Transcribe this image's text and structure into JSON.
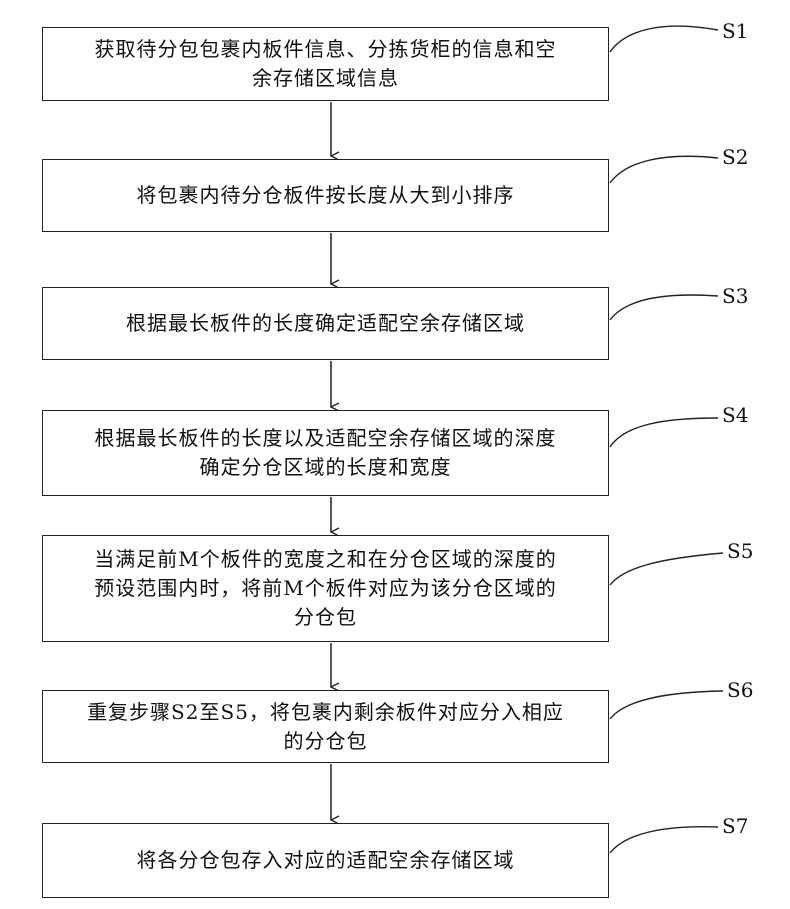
{
  "steps": [
    {
      "label": "S1",
      "text": "获取待分包包裹内板件信息、分拣货柜的信息和空\n余存储区域信息"
    },
    {
      "label": "S2",
      "text": "将包裹内待分仓板件按长度从大到小排序"
    },
    {
      "label": "S3",
      "text": "根据最长板件的长度确定适配空余存储区域"
    },
    {
      "label": "S4",
      "text": "根据最长板件的长度以及适配空余存储区域的深度\n确定分仓区域的长度和宽度"
    },
    {
      "label": "S5",
      "text": "当满足前M个板件的宽度之和在分仓区域的深度的\n预设范围内时，将前M个板件对应为该分仓区域的\n分仓包"
    },
    {
      "label": "S6",
      "text": "重复步骤S2至S5，将包裹内剩余板件对应分入相应\n的分仓包"
    },
    {
      "label": "S7",
      "text": "将各分仓包存入对应的适配空余存储区域"
    }
  ]
}
